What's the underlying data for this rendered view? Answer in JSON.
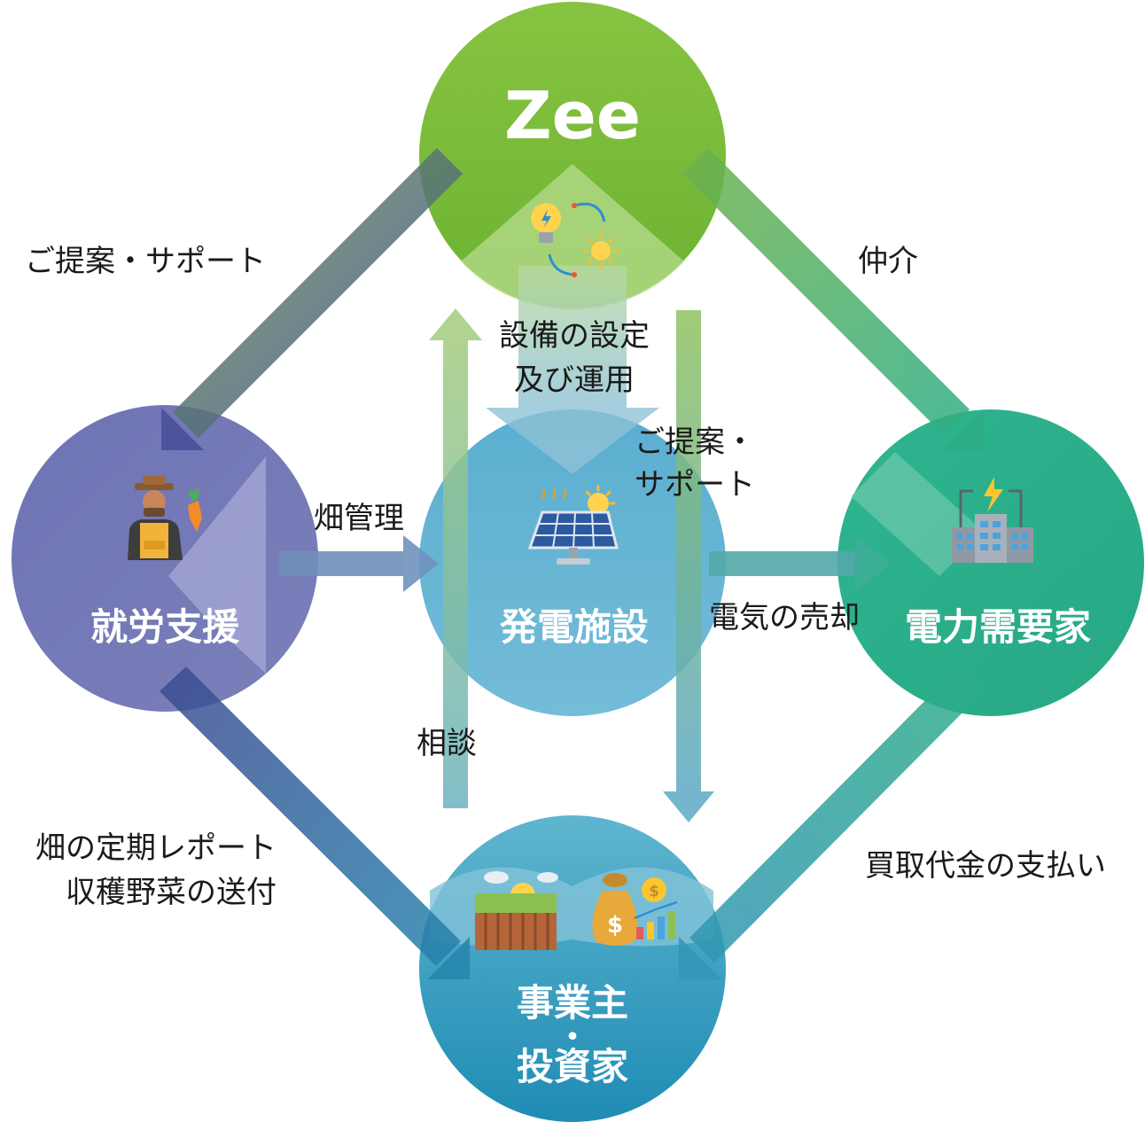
{
  "nodes": {
    "zee": {
      "title": "Zee",
      "color": "#7cbf3a"
    },
    "shuro": {
      "title": "就労支援",
      "color": "#6f74b0"
    },
    "hatsuden": {
      "title": "発電施設",
      "color": "#5fb0cf"
    },
    "juyouka": {
      "title": "電力需要家",
      "color": "#27b08a"
    },
    "jigyou": {
      "title_line1": "事業主",
      "title_dot": "・",
      "title_line2": "投資家",
      "color": "#2a93b8"
    }
  },
  "labels": {
    "teian_support": "ご提案・サポート",
    "chukai": "仲介",
    "setsubi_line1": "設備の設定",
    "setsubi_line2": "及び運用",
    "teian2_line1": "ご提案・",
    "teian2_line2": "サポート",
    "hatake_kanri": "畑管理",
    "denki_baikyaku": "電気の売却",
    "soudan": "相談",
    "report_line1": "畑の定期レポート",
    "report_line2": "収穫野菜の送付",
    "kaitori": "買取代金の支払い"
  },
  "icons": {
    "zee": "bulb-sun-cycle-icon",
    "shuro": "farmer-icon",
    "hatsuden": "solar-panel-icon",
    "juyouka": "power-building-icon",
    "jigyou_left": "farm-field-icon",
    "jigyou_right": "money-bag-chart-icon"
  }
}
